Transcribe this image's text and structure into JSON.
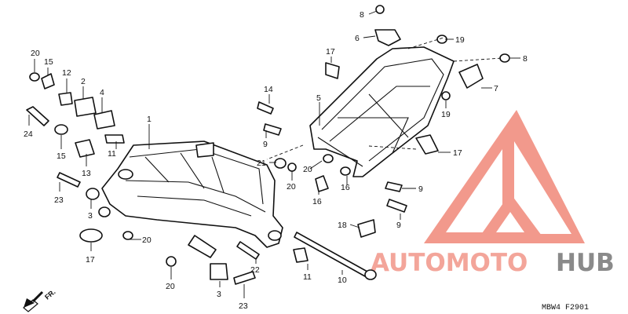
{
  "diagram_code": "MBW4 F2901",
  "direction_label": "FR.",
  "watermark": {
    "brand_part1": "AUTOMOTO",
    "brand_part2": "HUB",
    "color_red": "#f08878",
    "color_grey": "#8a8a8a",
    "logo_icon": "triangle-logo-icon"
  },
  "callouts": [
    {
      "id": "c20a",
      "label": "20"
    },
    {
      "id": "c15a",
      "label": "15"
    },
    {
      "id": "c12",
      "label": "12"
    },
    {
      "id": "c2",
      "label": "2"
    },
    {
      "id": "c4",
      "label": "4"
    },
    {
      "id": "c1",
      "label": "1"
    },
    {
      "id": "c24",
      "label": "24"
    },
    {
      "id": "c15b",
      "label": "15"
    },
    {
      "id": "c13",
      "label": "13"
    },
    {
      "id": "c11a",
      "label": "11"
    },
    {
      "id": "c23a",
      "label": "23"
    },
    {
      "id": "c3a",
      "label": "3"
    },
    {
      "id": "c17a",
      "label": "17"
    },
    {
      "id": "c20b",
      "label": "20"
    },
    {
      "id": "c14",
      "label": "14"
    },
    {
      "id": "c9a",
      "label": "9"
    },
    {
      "id": "c21",
      "label": "21"
    },
    {
      "id": "c20c",
      "label": "20"
    },
    {
      "id": "c5",
      "label": "5"
    },
    {
      "id": "c17b",
      "label": "17"
    },
    {
      "id": "c8a",
      "label": "8"
    },
    {
      "id": "c6",
      "label": "6"
    },
    {
      "id": "c19a",
      "label": "19"
    },
    {
      "id": "c8b",
      "label": "8"
    },
    {
      "id": "c7",
      "label": "7"
    },
    {
      "id": "c19b",
      "label": "19"
    },
    {
      "id": "c17c",
      "label": "17"
    },
    {
      "id": "c20d",
      "label": "20"
    },
    {
      "id": "c16a",
      "label": "16"
    },
    {
      "id": "c16b",
      "label": "16"
    },
    {
      "id": "c9b",
      "label": "9"
    },
    {
      "id": "c9c",
      "label": "9"
    },
    {
      "id": "c18",
      "label": "18"
    },
    {
      "id": "c22",
      "label": "22"
    },
    {
      "id": "c11b",
      "label": "11"
    },
    {
      "id": "c10",
      "label": "10"
    },
    {
      "id": "c20e",
      "label": "20"
    },
    {
      "id": "c3b",
      "label": "3"
    },
    {
      "id": "c23b",
      "label": "23"
    }
  ]
}
